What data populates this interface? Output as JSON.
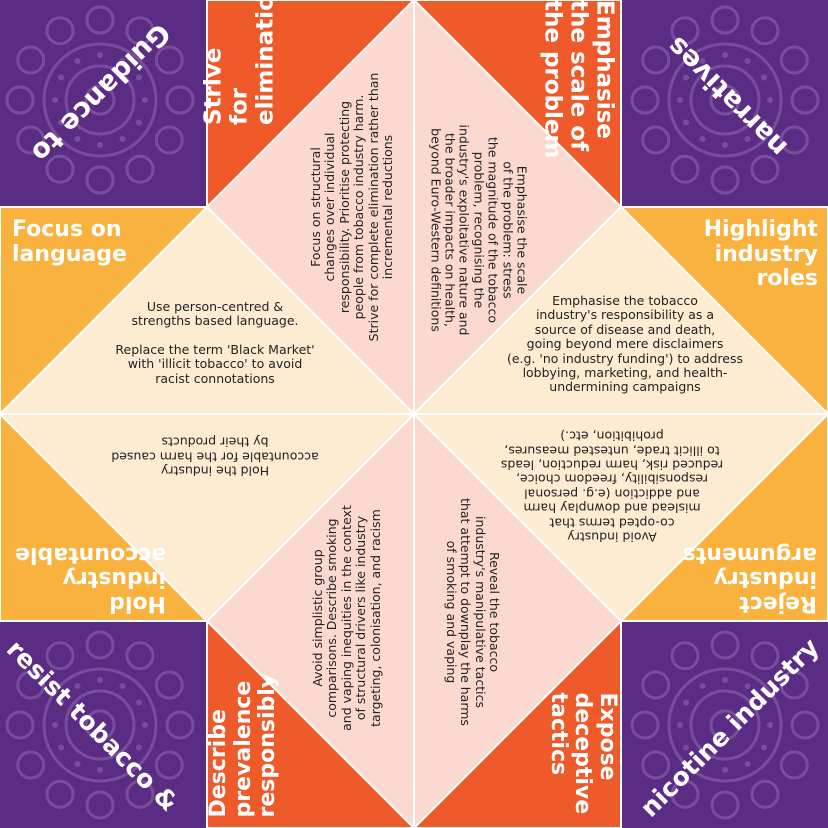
{
  "colors": {
    "purple": "#5b2c83",
    "purple_motif": "#7a4d9c",
    "orange": "#ee5a29",
    "amber": "#f9b23d",
    "pink": "#fbd9cf",
    "cream": "#fdebd2",
    "line": "#ffffff"
  },
  "corners": {
    "top_left": "Guidance to",
    "top_right": "narratives",
    "bottom_left": "resist tobacco &",
    "bottom_right": "nicotine industry"
  },
  "flaps": {
    "top_left_label": "Strive for elimination",
    "top_right_label": "Emphasise the scale of the problem",
    "right_top_label": "Highlight industry roles",
    "right_bottom_label": "Reject industry arguments",
    "bottom_right_label": "Expose deceptive tactics",
    "bottom_left_label": "Describe prevalence responsibly",
    "left_bottom_label": "Hold industry accountable",
    "left_top_label": "Focus on language"
  },
  "texts": {
    "elimination": [
      "Focus on structural",
      "changes over individual",
      "responsibility. Prioritise protecting",
      "people from tobacco industry harm.",
      "Strive for complete elimination rather than",
      "incremental reductions"
    ],
    "scale": [
      "Emphasise the scale",
      "of the problem: stress",
      "the magnitude of the tobacco",
      "problem, recognising the",
      "industry's exploitative nature and",
      "the broader impacts on health,",
      "beyond Euro-Western definitions"
    ],
    "language_p1": [
      "Use person-centred &",
      "strengths based language."
    ],
    "language_p2": [
      "Replace the term 'Black Market'",
      "with 'illicit tobacco' to avoid",
      "racist connotations"
    ],
    "roles": [
      "Emphasise the tobacco",
      "industry's responsibility as a",
      "source of disease and death,",
      "going beyond mere disclaimers",
      "(e.g. 'no industry funding') to address",
      "lobbying, marketing, and health-",
      "undermining campaigns"
    ],
    "accountable": [
      "Hold the industry",
      "accountable for the harm caused",
      "by their products"
    ],
    "reject": [
      "Avoid industry",
      "co-opted terms that",
      "mislead and downplay harm",
      "and addiction  (e.g. personal",
      "responsibility, freedom choice,",
      "reduced risk, harm reduction, leads",
      "to illicit trade, untested measures,",
      "prohibition, etc.)"
    ],
    "prevalence": [
      "Avoid simplistic group",
      "comparisons. Describe  smoking",
      "and vaping inequities in the context",
      "of structural drivers like industry",
      "targeting, colonisation, and racism"
    ],
    "deceptive": [
      "Reveal the tobacco",
      "industry's manipulative tactics",
      "that attempt to downplay the harms",
      "of smoking and vaping"
    ]
  }
}
